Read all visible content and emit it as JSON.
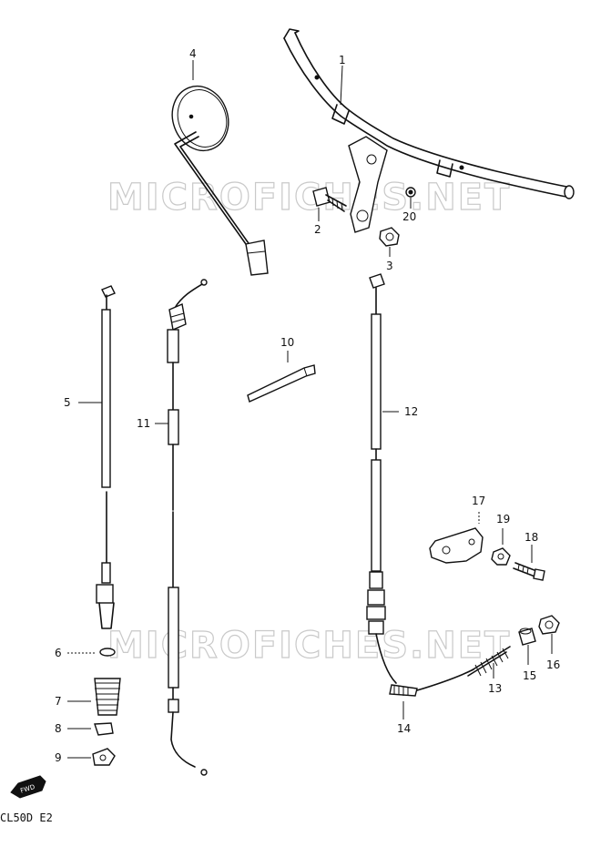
{
  "watermark": "MICROFICHES.NET",
  "diagram_code": "CL50D E2",
  "fwd_label": "FWD",
  "part_labels": [
    {
      "id": "p1",
      "text": "1"
    },
    {
      "id": "p2",
      "text": "2"
    },
    {
      "id": "p3",
      "text": "3"
    },
    {
      "id": "p4",
      "text": "4"
    },
    {
      "id": "p5",
      "text": "5"
    },
    {
      "id": "p6",
      "text": "6"
    },
    {
      "id": "p7",
      "text": "7"
    },
    {
      "id": "p8",
      "text": "8"
    },
    {
      "id": "p9",
      "text": "9"
    },
    {
      "id": "p10",
      "text": "10"
    },
    {
      "id": "p11",
      "text": "11"
    },
    {
      "id": "p12",
      "text": "12"
    },
    {
      "id": "p13",
      "text": "13"
    },
    {
      "id": "p14",
      "text": "14"
    },
    {
      "id": "p15",
      "text": "15"
    },
    {
      "id": "p16",
      "text": "16"
    },
    {
      "id": "p17",
      "text": "17"
    },
    {
      "id": "p18",
      "text": "18"
    },
    {
      "id": "p19",
      "text": "19"
    },
    {
      "id": "p20",
      "text": "20"
    }
  ]
}
